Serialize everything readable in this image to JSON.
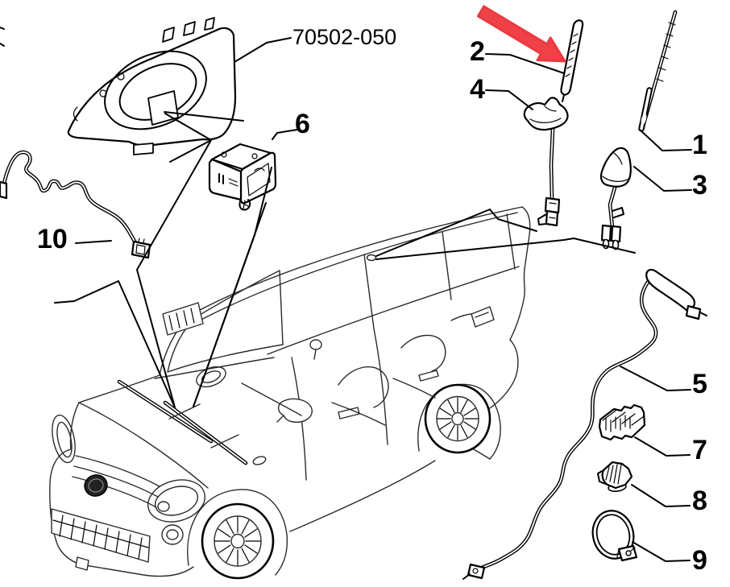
{
  "diagram": {
    "part_code": "70502-050",
    "callouts": [
      {
        "label": "1"
      },
      {
        "label": "2"
      },
      {
        "label": "3"
      },
      {
        "label": "4"
      },
      {
        "label": "5"
      },
      {
        "label": "6"
      },
      {
        "label": "7"
      },
      {
        "label": "8"
      },
      {
        "label": "9"
      },
      {
        "label": "10"
      }
    ],
    "highlight": {
      "arrow_color": "#ef4146",
      "points_to_callout": "2"
    },
    "style": {
      "line_color": "#000000",
      "background": "#ffffff"
    }
  }
}
